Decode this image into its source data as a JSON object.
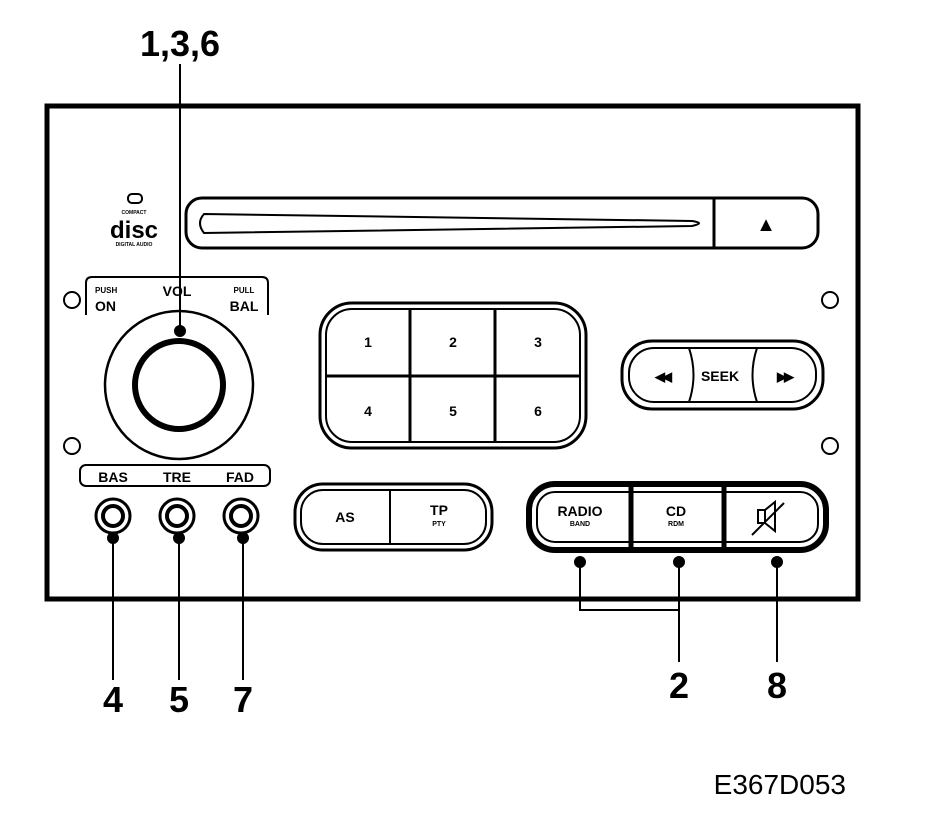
{
  "callouts": {
    "top": "1,3,6",
    "bas": "4",
    "tre": "5",
    "fad": "7",
    "radio_cd": "2",
    "mute": "8"
  },
  "logo": {
    "small_top": "COMPACT",
    "big": "disc",
    "small_bottom": "DIGITAL AUDIO"
  },
  "eject_symbol": "▲",
  "volume": {
    "push_small": "PUSH",
    "push_big": "ON",
    "label": "VOL",
    "pull_small": "PULL",
    "pull_big": "BAL"
  },
  "tone_labels": [
    "BAS",
    "TRE",
    "FAD"
  ],
  "presets": [
    "1",
    "2",
    "3",
    "4",
    "5",
    "6"
  ],
  "seek": {
    "prev": "◀◀",
    "label": "SEEK",
    "next": "▶▶"
  },
  "as_label": "AS",
  "tp": {
    "main": "TP",
    "sub": "PTY"
  },
  "radio": {
    "main": "RADIO",
    "sub": "BAND"
  },
  "cd": {
    "main": "CD",
    "sub": "RDM"
  },
  "mute_icon": "speaker-muted",
  "figure_code": "E367D053"
}
